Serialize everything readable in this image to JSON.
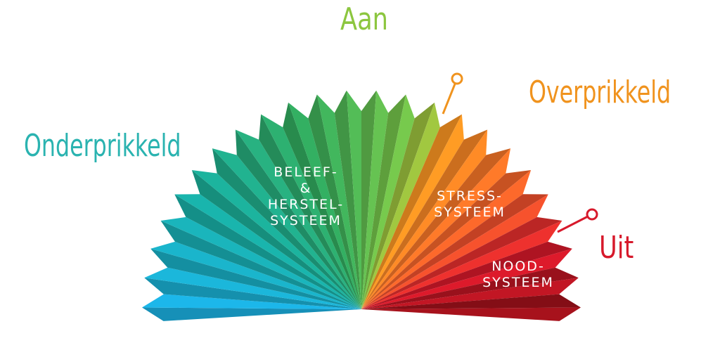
{
  "zones": {
    "on": {
      "label": "Aan",
      "color": "#8cc63f"
    },
    "under": {
      "label": "Onderprikkeld",
      "color": "#2ab3b0"
    },
    "over": {
      "label": "Overprikkeld",
      "color": "#f0931e"
    },
    "off": {
      "label": "Uit",
      "color": "#d7192b"
    }
  },
  "systems": {
    "rest": "BELEEF-\n&\nHERSTEL-\nSYSTEEM",
    "stress": "STRESS-\nSYSTEEM",
    "emergency": "NOOD-\nSYSTEEM"
  },
  "fan_colors": [
    "#1aa9e0",
    "#17a89c",
    "#2fa35a",
    "#7cc142",
    "#f39a1f",
    "#e8562a",
    "#d7192b",
    "#8e0f16"
  ]
}
